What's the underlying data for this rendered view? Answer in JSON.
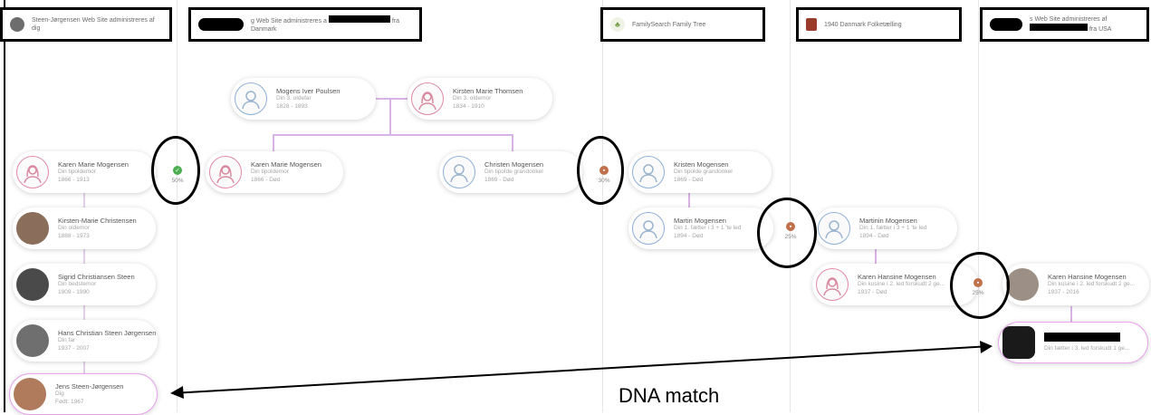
{
  "headers": [
    {
      "text": "Steen-Jørgensen Web Site administreres af dig"
    },
    {
      "text": "g Web Site administreres a",
      "suffix": "fra Danmark"
    },
    {
      "text": "FamilySearch Family Tree"
    },
    {
      "text": "1940 Danmark Folketælling"
    },
    {
      "text": "s Web Site administreres af",
      "suffix": "fra USA"
    }
  ],
  "people": {
    "mogens": {
      "name": "Mogens Iver Poulsen",
      "rel": "Din 3. oldefar",
      "years": "1828 - 1893"
    },
    "kirsten_t": {
      "name": "Kirsten Marie Thomsen",
      "rel": "Din 3. oldemor",
      "years": "1834 - 1910"
    },
    "karen_l": {
      "name": "Karen Marie Mogensen",
      "rel": "Din tipoldemor",
      "years": "1866 - 1913"
    },
    "karen_2": {
      "name": "Karen Marie Mogensen",
      "rel": "Din tipoldemor",
      "years": "1866 - Død"
    },
    "christen": {
      "name": "Christen Mogensen",
      "rel": "Din tipolde grandonkel",
      "years": "1869 - Død"
    },
    "kristen": {
      "name": "Kristen Mogensen",
      "rel": "Din tipolde grandonkel",
      "years": "1869 - Død"
    },
    "kirsten_c": {
      "name": "Kirsten-Marie Christensen",
      "rel": "Din oldemor",
      "years": "1888 - 1973"
    },
    "martin": {
      "name": "Martin Mogensen",
      "rel": "Din 1. fætter i 3 + 1 'te led",
      "years": "1894 - Død"
    },
    "martinin": {
      "name": "Martinin Mogensen",
      "rel": "Din 1. fætter i 3 + 1 'te led",
      "years": "1894 - Død"
    },
    "sigrid": {
      "name": "Sigrid Christiansen Steen",
      "rel": "Din bedstemor",
      "years": "1909 - 1990"
    },
    "karen_h1": {
      "name": "Karen Hansine Mogensen",
      "rel": "Din kusine i 2. led forskudt 2 ge...",
      "years": "1937 - Død"
    },
    "karen_h2": {
      "name": "Karen Hansine Mogensen",
      "rel": "Din kusine i 2. led forskudt 2 ge...",
      "years": "1937 - 2016"
    },
    "hans": {
      "name": "Hans Christian Steen Jørgensen",
      "rel": "Din far",
      "years": "1937 - 2007"
    },
    "match_person": {
      "rel": "Din fætter i 3. led forskudt 1 ge..."
    },
    "jens": {
      "name": "Jens Steen-Jørgensen",
      "rel": "Dig",
      "years": "Født: 1967"
    }
  },
  "matches": [
    {
      "percent": "50%",
      "color": "#4caf50",
      "icon": "check-icon"
    },
    {
      "percent": "30%",
      "color": "#c0704a",
      "icon": "record-icon"
    },
    {
      "percent": "25%",
      "color": "#c0704a",
      "icon": "record-icon"
    },
    {
      "percent": "25%",
      "color": "#c0704a",
      "icon": "record-icon"
    }
  ],
  "annotation": {
    "label": "DNA match"
  },
  "colors": {
    "connector": "#d9b3e6",
    "highlight": "#e9a6ec"
  }
}
